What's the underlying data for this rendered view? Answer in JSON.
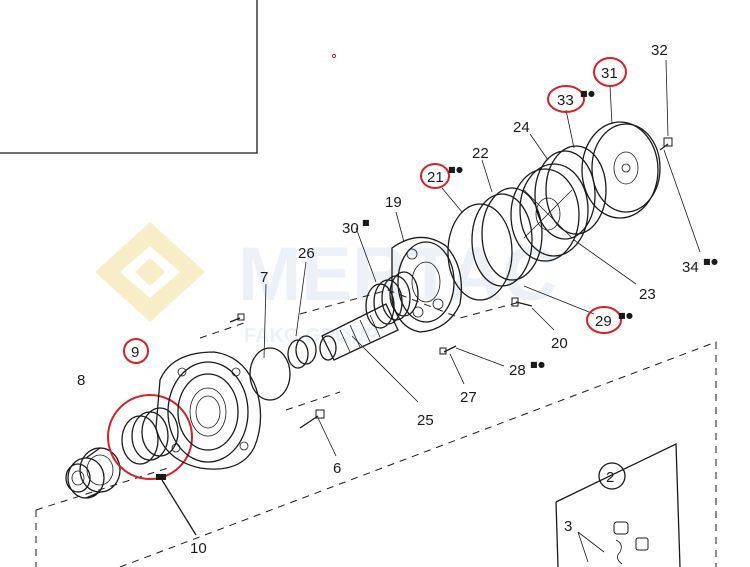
{
  "watermark": {
    "brand": "MERTAC",
    "sub": "FAKO GROUP"
  },
  "symbols": {
    "square": "■",
    "dot": "●"
  },
  "labels": {
    "l2": "2",
    "l3": "3",
    "l6": "6",
    "l7": "7",
    "l8": "8",
    "l9": "9",
    "l10": "10",
    "l19": "19",
    "l20": "20",
    "l21": "21",
    "l22": "22",
    "l23": "23",
    "l24": "24",
    "l25": "25",
    "l26": "26",
    "l27": "27",
    "l28": "28",
    "l29": "29",
    "l30": "30",
    "l31": "31",
    "l32": "32",
    "l33": "33",
    "l34": "34"
  },
  "colors": {
    "ink": "#1a1a1a",
    "highlight": "#d81f26",
    "watermark_yellow": "#f3e3a4",
    "watermark_blue": "#c5d3e6"
  }
}
